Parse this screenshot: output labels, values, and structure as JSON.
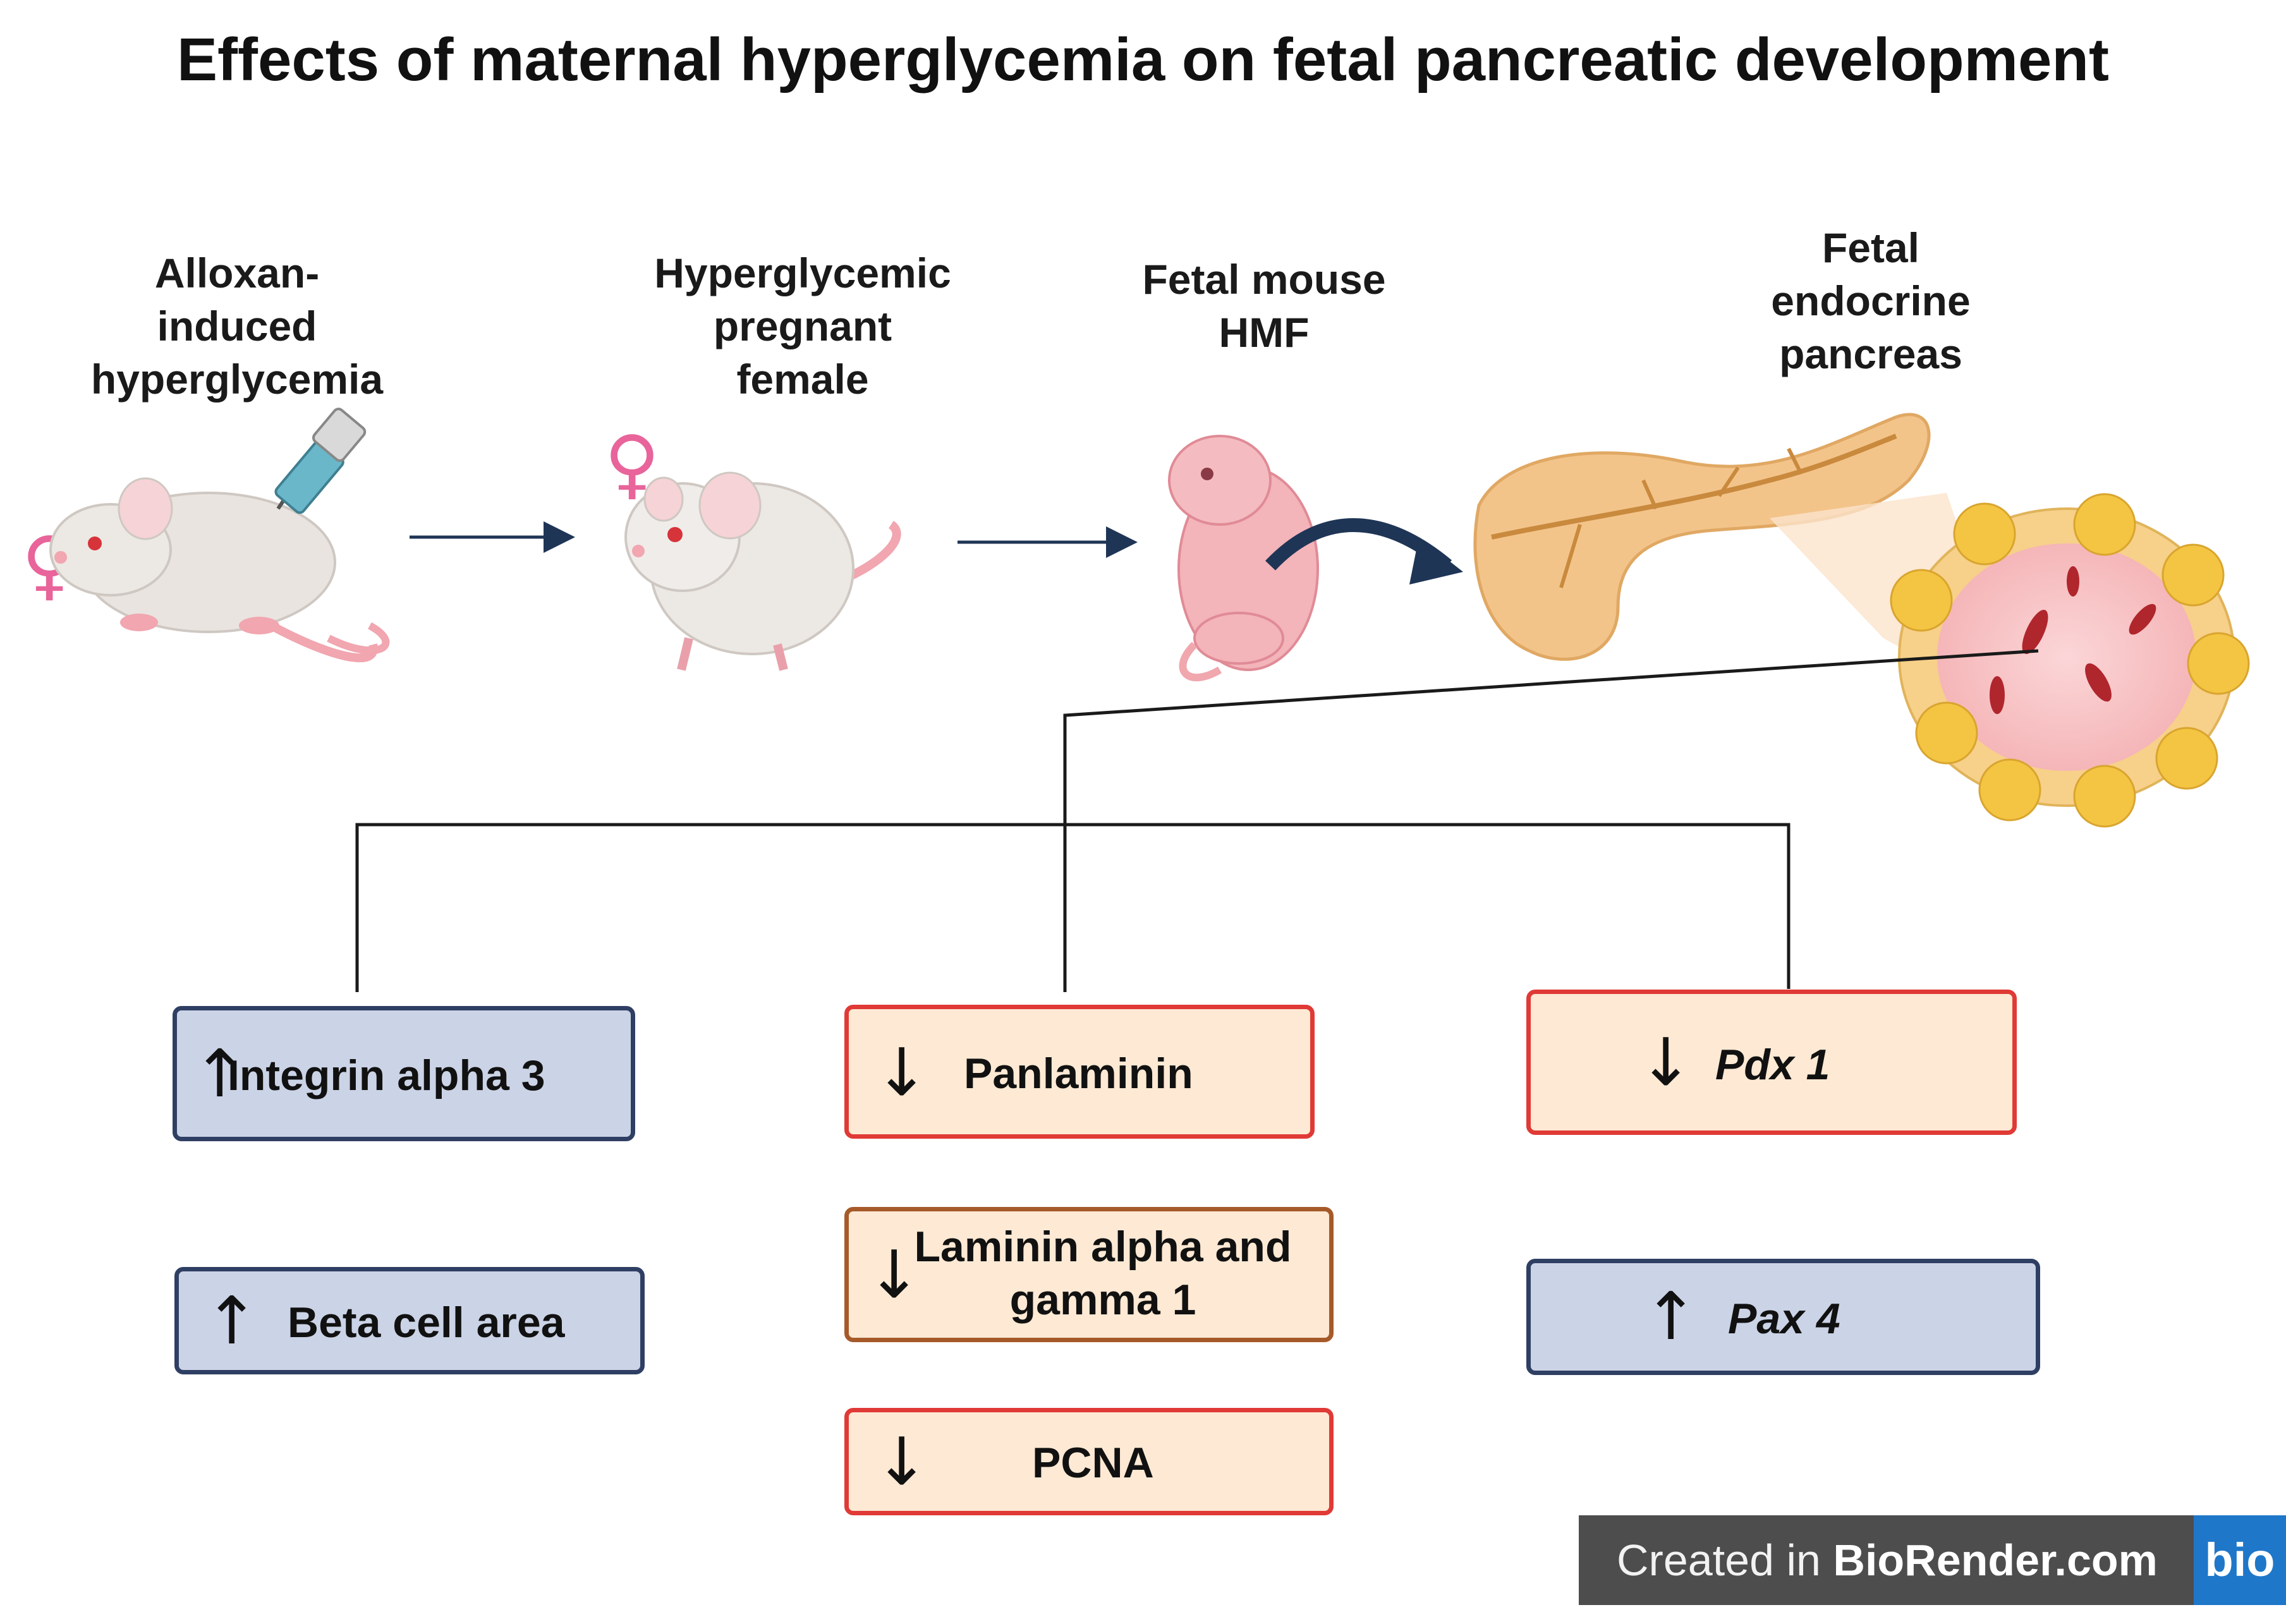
{
  "title": "Effects of maternal hyperglycemia on fetal pancreatic development",
  "steps": [
    {
      "label": "Alloxan-\ninduced\nhyperglycemia"
    },
    {
      "label": "Hyperglycemic\npregnant\nfemale"
    },
    {
      "label": "Fetal mouse\nHMF"
    },
    {
      "label": "Fetal\nendocrine\npancreas"
    }
  ],
  "symbols": {
    "female": "♀",
    "up": "↑",
    "down": "↓"
  },
  "outcomes": {
    "left": [
      {
        "text": "Integrin alpha 3",
        "direction": "up"
      },
      {
        "text": "Beta cell area",
        "direction": "up"
      }
    ],
    "middle": [
      {
        "text": "Panlaminin",
        "direction": "down"
      },
      {
        "text": "Laminin alpha and\ngamma 1",
        "direction": "down"
      },
      {
        "text": "PCNA",
        "direction": "down"
      }
    ],
    "right": [
      {
        "text": "Pdx 1",
        "direction": "down"
      },
      {
        "text": "Pax 4",
        "direction": "up"
      }
    ]
  },
  "badge": {
    "prefix": "Created in ",
    "brand": "BioRender.com",
    "logo": "bio"
  },
  "colors": {
    "up_fill": "#cbd3e6",
    "up_border": "#2f3f63",
    "down_fill": "#fde9d4",
    "down_border": "#e03a36",
    "brown_border": "#a65a2a",
    "mouse_body": "#e9e4df",
    "mouse_pink": "#f1a6b0",
    "pancreas": "#f3c48a",
    "islet_yellow": "#f4c542",
    "female_symbol": "#e8649a",
    "arrow_navy": "#1f3556"
  }
}
